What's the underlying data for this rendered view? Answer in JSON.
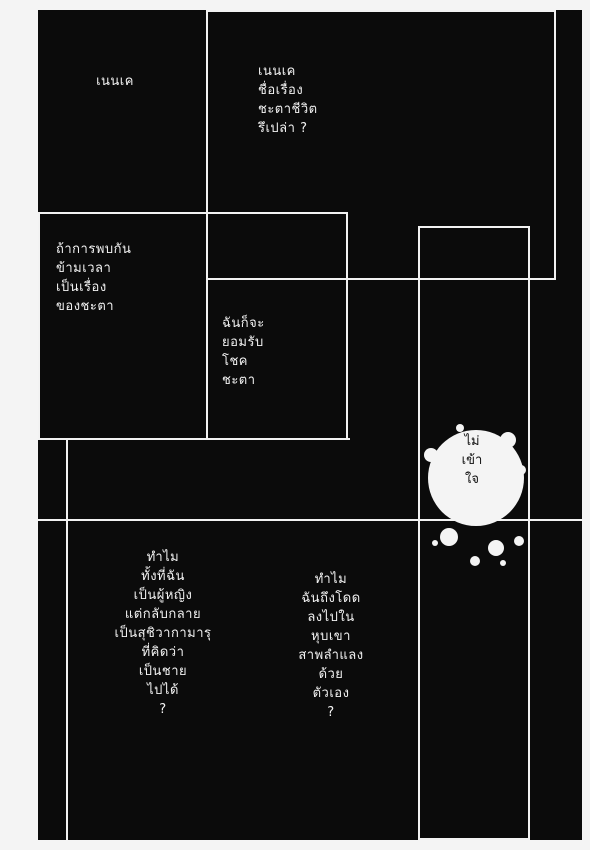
{
  "panels": {
    "p1": {
      "text": "เนนเค"
    },
    "p2": {
      "text": "เนนเค\nชื่อเรื่อง\nชะตาชีวิต\nรึเปล่า ?"
    },
    "p3": {
      "text": "ถ้าการพบกัน\nข้ามเวลา\nเป็นเรื่อง\nของชะตา"
    },
    "p4": {
      "text": "ฉันก็จะ\nยอมรับ\nโชค\nชะตา"
    },
    "p5": {
      "text": "ไม่\nเข้า\nใจ"
    },
    "p6": {
      "text": "ทำไม\nทั้งที่ฉัน\nเป็นผู้หญิง\nแต่กลับกลาย\nเป็นสุชิวากามารุ\nที่คิดว่า\nเป็นชาย\nไปได้\n?"
    },
    "p7": {
      "text": "ทำไม\nฉันถึงโดด\nลงไปใน\nหุบเขา\nสาพลำแลง\nด้วย\nตัวเอง\n?"
    }
  }
}
